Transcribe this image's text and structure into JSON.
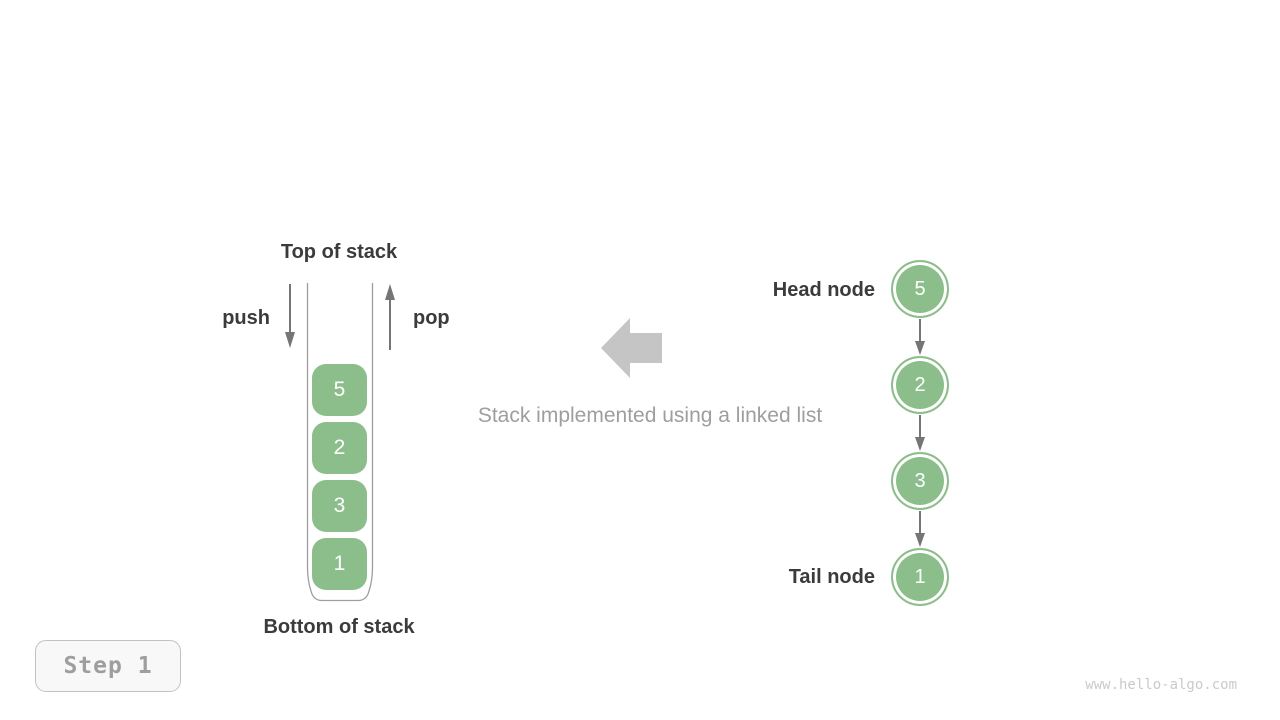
{
  "stack": {
    "top_label": "Top of stack",
    "bottom_label": "Bottom of stack",
    "push_label": "push",
    "pop_label": "pop",
    "elements": [
      "5",
      "2",
      "3",
      "1"
    ]
  },
  "caption": "Stack implemented using a linked list",
  "linked_list": {
    "head_label": "Head node",
    "tail_label": "Tail node",
    "nodes": [
      "5",
      "2",
      "3",
      "1"
    ]
  },
  "step_badge": {
    "label": "Step 1"
  },
  "watermark": "www.hello-algo.com",
  "colors": {
    "node-green": "#8CBE8C",
    "dark-text": "#3B3B3B",
    "arrow-gray": "#757575",
    "muted-text": "#9E9E9E",
    "block-arrow": "#C5C5C5",
    "outline-gray": "#9E9E9E",
    "watermark-gray": "#CACACA"
  }
}
